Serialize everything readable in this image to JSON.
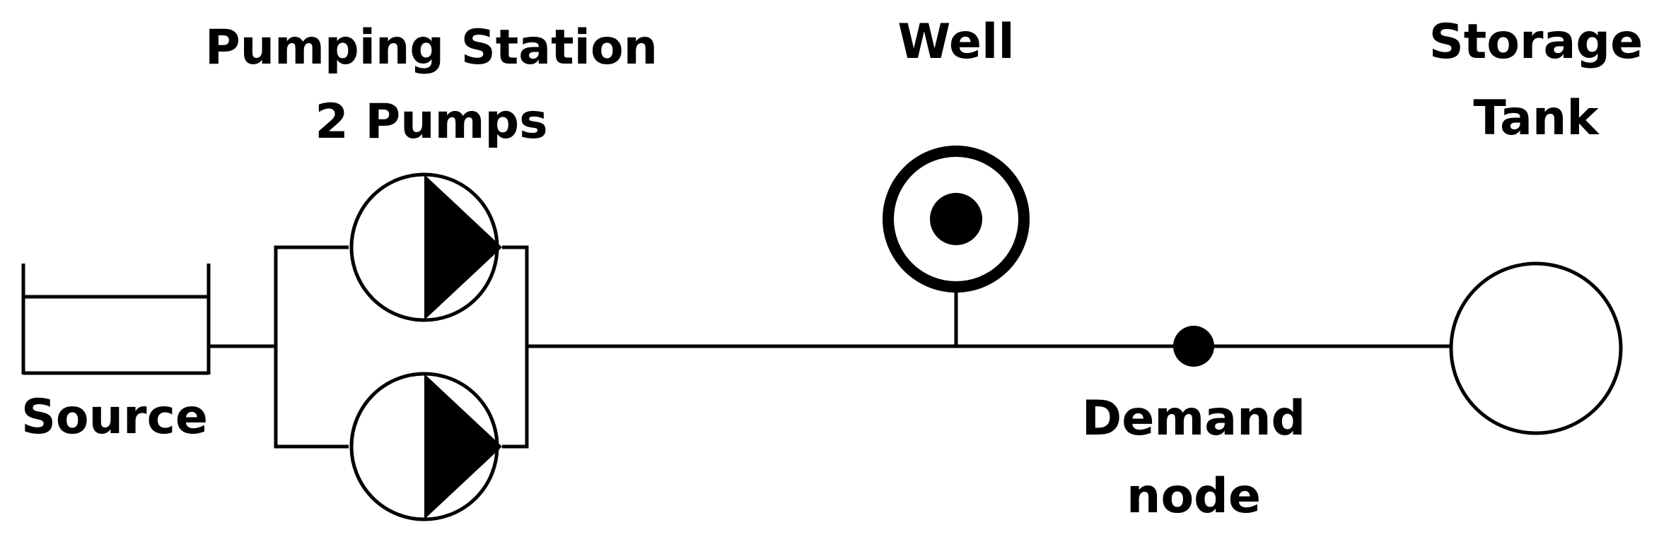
{
  "labels": {
    "pumping_station_line1": "Pumping Station",
    "pumping_station_line2": "2 Pumps",
    "well": "Well",
    "storage_line1": "Storage",
    "storage_line2": "Tank",
    "source": "Source",
    "demand_line1": "Demand",
    "demand_line2": "node"
  },
  "colors": {
    "line": "#000000",
    "background": "#ffffff"
  }
}
